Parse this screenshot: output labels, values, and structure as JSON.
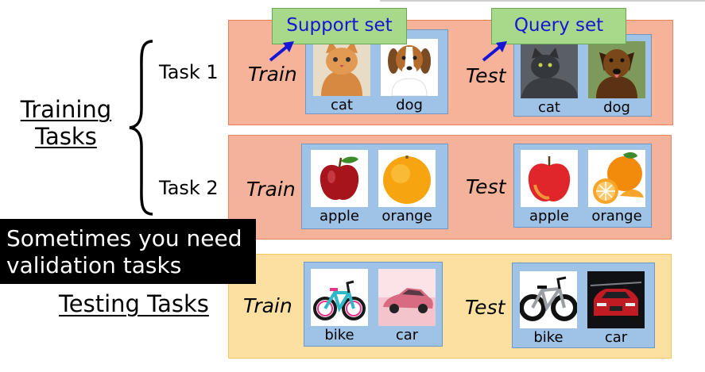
{
  "training_title": [
    "Training",
    "Tasks"
  ],
  "testing_title": "Testing Tasks",
  "task_labels": [
    "Task 1",
    "Task 2"
  ],
  "phases": {
    "train": "Train",
    "test": "Test"
  },
  "tags": {
    "support": "Support set",
    "query": "Query set"
  },
  "caption": [
    "Sometimes you need",
    "validation tasks"
  ],
  "tasks": [
    {
      "train": [
        "cat",
        "dog"
      ],
      "test": [
        "cat",
        "dog"
      ]
    },
    {
      "train": [
        "apple",
        "orange"
      ],
      "test": [
        "apple",
        "orange"
      ]
    },
    {
      "train": [
        "bike",
        "car"
      ],
      "test": [
        "bike",
        "car"
      ]
    }
  ],
  "colors": {
    "training_band": "#f6b39a",
    "testing_band": "#fbe0a2",
    "set_box": "#9ec3e6",
    "tag_fill": "#a8d98a",
    "tag_text": "#1515d6",
    "arrow": "#1515d6"
  },
  "icons": [
    "cat-photo",
    "dog-photo",
    "apple-photo",
    "orange-photo",
    "bike-photo",
    "car-photo"
  ]
}
